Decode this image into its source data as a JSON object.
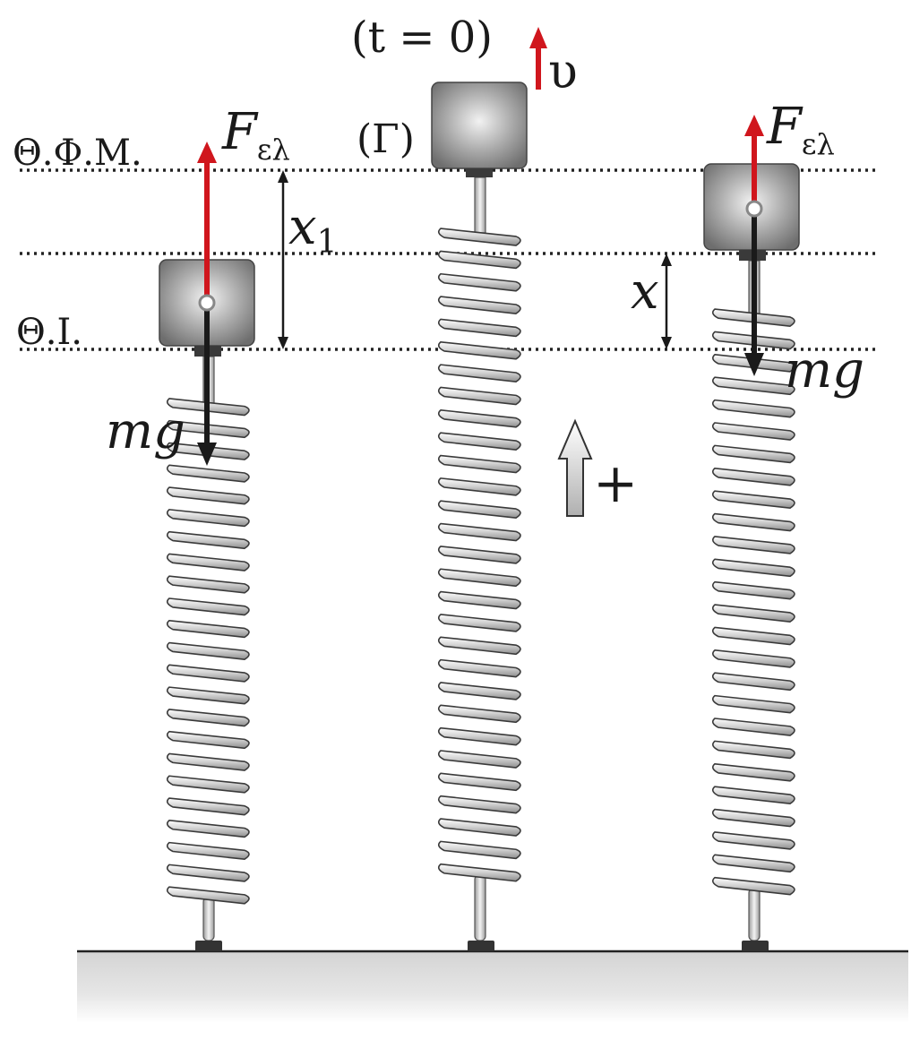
{
  "labels": {
    "natural_length": "Θ.Φ.Μ.",
    "equilibrium": "Θ.Ι.",
    "time": "(t = 0)",
    "collision": "(Γ)",
    "velocity": "υ",
    "positive_dir": "+",
    "x1": {
      "base": "x",
      "sub": "1"
    },
    "x": "x",
    "f_elastic": {
      "base": "F",
      "sub": "ελ"
    },
    "weight": "mg"
  },
  "colors": {
    "force_red": "#d0161d",
    "arrow_black": "#1a1a1a",
    "block_gray": "#8a8a8a",
    "ground": "#dcdcdc"
  }
}
